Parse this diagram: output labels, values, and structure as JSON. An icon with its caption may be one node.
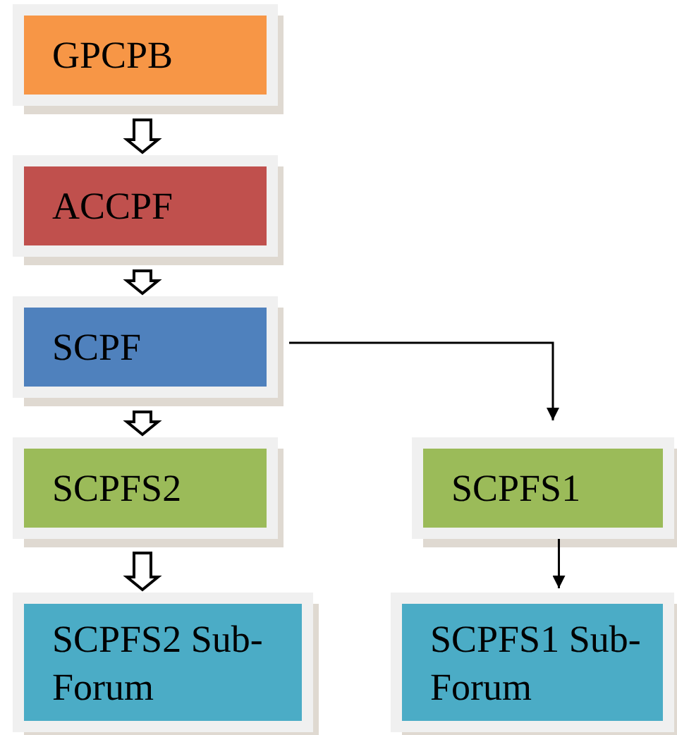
{
  "diagram": {
    "nodes": [
      {
        "text": [
          "GPCPB"
        ]
      },
      {
        "text": [
          "ACCPF"
        ]
      },
      {
        "text": [
          "SCPF"
        ]
      },
      {
        "text": [
          "SCPFS2"
        ]
      },
      {
        "text": [
          "SCPFS1"
        ]
      },
      {
        "text": [
          "SCPFS2 Sub-Forum"
        ]
      },
      {
        "text": [
          "SCPFS1 Sub-Forum"
        ]
      }
    ],
    "edges": [
      {
        "from": 0,
        "to": 1,
        "arrow": "to",
        "style": "thick"
      },
      {
        "from": 1,
        "to": 2,
        "arrow": "to",
        "style": "thick"
      },
      {
        "from": 2,
        "to": 3,
        "arrow": "to",
        "style": "thick"
      },
      {
        "from": 3,
        "to": 5,
        "arrow": "to",
        "style": "thick"
      },
      {
        "from": 2,
        "to": 4,
        "arrow": "to"
      },
      {
        "from": 4,
        "to": 6,
        "arrow": "to"
      }
    ]
  }
}
